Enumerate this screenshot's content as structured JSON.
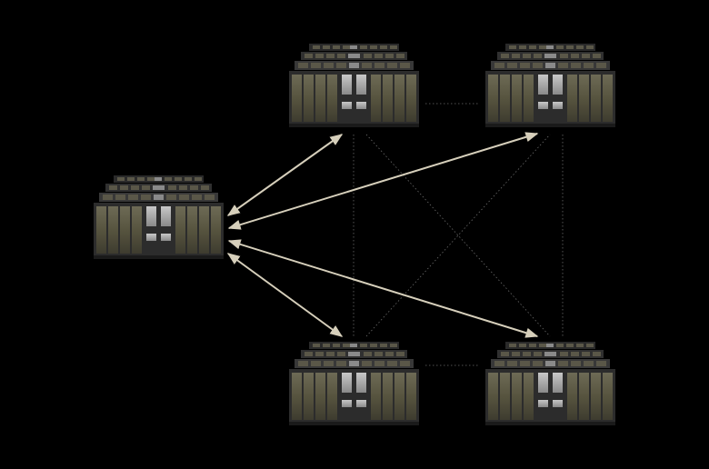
{
  "diagram": {
    "background": "#000000",
    "arrow_color": "#d6cfbb",
    "mesh_line_color": "#6a6a6a",
    "nodes": [
      {
        "id": "hub",
        "icon": "server-rack-icon"
      },
      {
        "id": "top-middle",
        "icon": "server-rack-icon"
      },
      {
        "id": "top-right",
        "icon": "server-rack-icon"
      },
      {
        "id": "bottom-middle",
        "icon": "server-rack-icon"
      },
      {
        "id": "bottom-right",
        "icon": "server-rack-icon"
      }
    ],
    "arrows": [
      {
        "from": "hub",
        "to": "top-middle",
        "style": "double-headed"
      },
      {
        "from": "hub",
        "to": "top-right",
        "style": "double-headed"
      },
      {
        "from": "hub",
        "to": "bottom-right",
        "style": "double-headed"
      },
      {
        "from": "hub",
        "to": "bottom-middle",
        "style": "double-headed"
      }
    ],
    "mesh_links": [
      {
        "from": "top-middle",
        "to": "top-right"
      },
      {
        "from": "bottom-middle",
        "to": "bottom-right"
      },
      {
        "from": "top-middle",
        "to": "bottom-middle"
      },
      {
        "from": "top-right",
        "to": "bottom-right"
      },
      {
        "from": "top-middle",
        "to": "bottom-right"
      },
      {
        "from": "bottom-middle",
        "to": "top-right"
      }
    ]
  }
}
